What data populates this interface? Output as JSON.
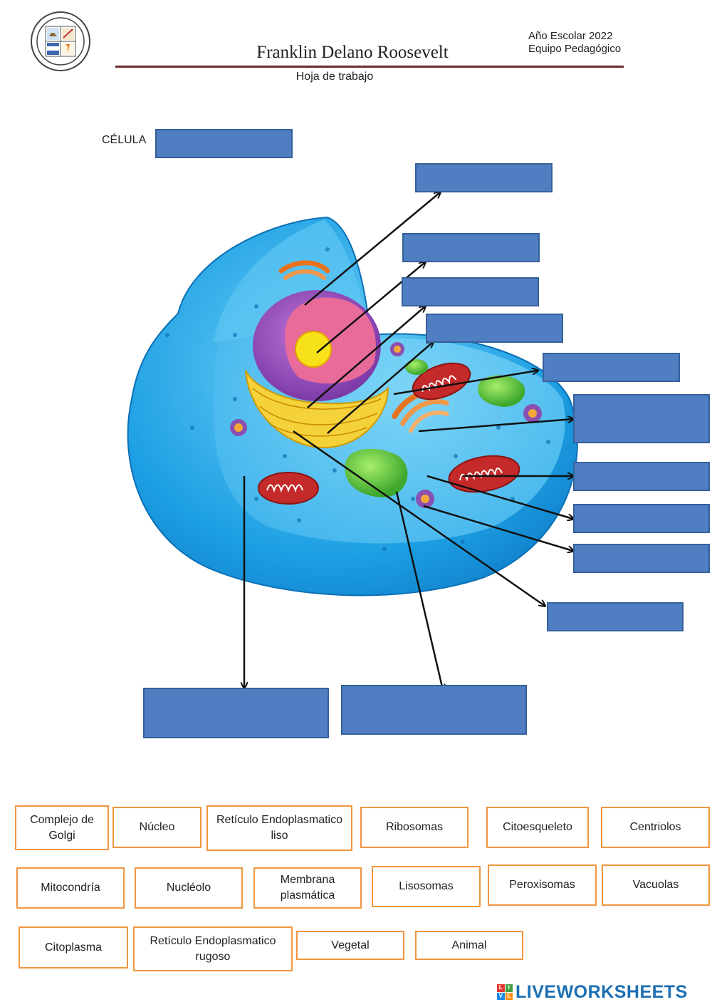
{
  "header": {
    "school_name": "Franklin Delano Roosevelt",
    "year_line": "Año Escolar 2022",
    "team_line": "Equipo Pedagógico",
    "sheet_type": "Hoja de trabajo"
  },
  "cell_label": "CÉLULA",
  "answer_chips": [
    {
      "label": "Complejo de Golgi"
    },
    {
      "label": "Núcleo"
    },
    {
      "label": "Retículo Endoplasmatico liso"
    },
    {
      "label": "Ribosomas"
    },
    {
      "label": "Citoesqueleto"
    },
    {
      "label": "Centriolos"
    },
    {
      "label": "Mitocondría"
    },
    {
      "label": "Nucléolo"
    },
    {
      "label": "Membrana plasmática"
    },
    {
      "label": "Lisosomas"
    },
    {
      "label": "Peroxisomas"
    },
    {
      "label": "Vacuolas"
    },
    {
      "label": "Citoplasma"
    },
    {
      "label": "Retículo Endoplasmatico rugoso"
    },
    {
      "label": "Vegetal"
    },
    {
      "label": "Animal"
    }
  ],
  "brand": {
    "name": "LIVEWORKSHEETS",
    "icon": "liveworksheets-logo-icon"
  },
  "colors": {
    "drop_box": "#4f7fc2",
    "chip_border": "#f0963f",
    "header_rule": "#6b2b2b",
    "brand": "#1d6fb3"
  }
}
